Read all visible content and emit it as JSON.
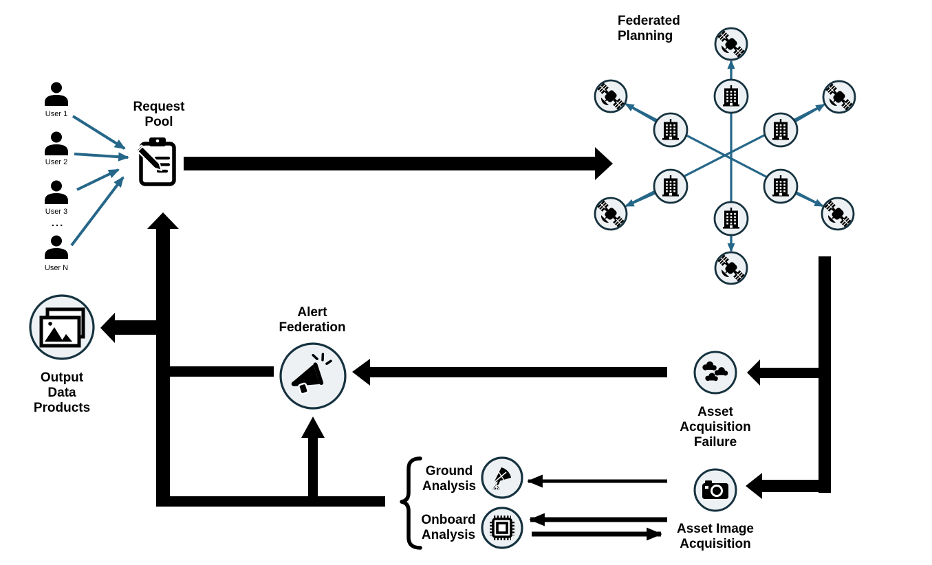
{
  "colors": {
    "arrow_teal": "#266789",
    "node_border": "#16323f",
    "node_fill": "#edf1f3",
    "flow_black": "#000000",
    "background": "#ffffff"
  },
  "users": {
    "labels": [
      "User 1",
      "User 2",
      "User 3",
      "User N"
    ],
    "ellipsis": "..."
  },
  "labels": {
    "request_pool": "Request\nPool",
    "federated_planning": "Federated\nPlanning",
    "output_data_products": "Output\nData\nProducts",
    "alert_federation": "Alert\nFederation",
    "asset_acquisition_failure": "Asset\nAcquisition\nFailure",
    "asset_image_acquisition": "Asset Image\nAcquisition",
    "ground_analysis": "Ground\nAnalysis",
    "onboard_analysis": "Onboard\nAnalysis"
  },
  "icons": {
    "users": "person-icon",
    "request_pool": "clipboard-pencil-icon",
    "planning_hubs": "building-icon",
    "planning_assets": "satellite-icon",
    "output_data_products": "photos-icon",
    "alert_federation": "megaphone-icon",
    "asset_acquisition_failure": "clouds-icon",
    "asset_image_acquisition": "camera-icon",
    "ground_analysis": "satellite-dish-icon",
    "onboard_analysis": "chip-icon"
  },
  "structure": {
    "planning_cluster": {
      "hub_count": 6,
      "asset_count": 6,
      "layout": "radial star"
    },
    "flows": [
      "users -> request pool",
      "request pool -> federated planning",
      "federated planning -> asset acquisition failure",
      "federated planning -> asset image acquisition",
      "asset acquisition failure -> alert federation",
      "asset image acquisition -> ground analysis",
      "asset image acquisition <-> onboard analysis",
      "analyses -> alert federation",
      "alert federation -> request pool",
      "alert federation -> output data products"
    ]
  }
}
